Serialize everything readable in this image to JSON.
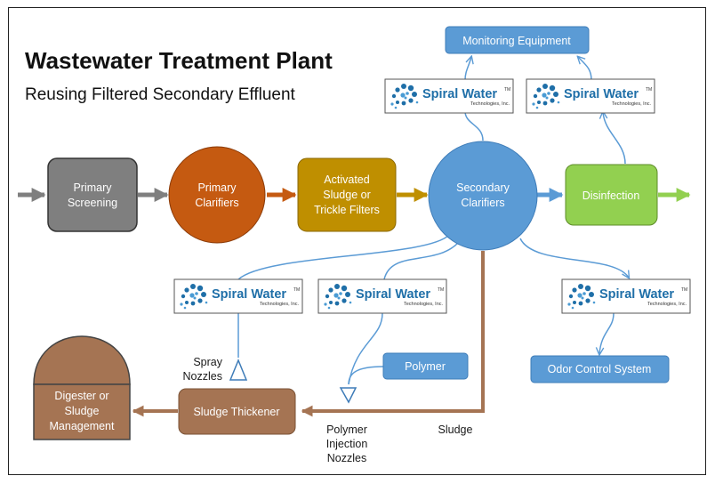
{
  "title": "Wastewater Treatment Plant",
  "subtitle": "Reusing Filtered Secondary Effluent",
  "nodes": {
    "primary_screening": [
      "Primary",
      "Screening"
    ],
    "primary_clarifiers": [
      "Primary",
      "Clarifiers"
    ],
    "activated_sludge": [
      "Activated",
      "Sludge or",
      "Trickle Filters"
    ],
    "secondary_clarifiers": [
      "Secondary",
      "Clarifiers"
    ],
    "disinfection": "Disinfection",
    "monitoring": "Monitoring Equipment",
    "odor_control": "Odor Control System",
    "polymer": "Polymer",
    "sludge_thickener": "Sludge Thickener",
    "digester": [
      "Digester or",
      "Sludge",
      "Management"
    ]
  },
  "labels": {
    "spray_nozzles": [
      "Spray",
      "Nozzles"
    ],
    "polymer_injection": [
      "Polymer",
      "Injection",
      "Nozzles"
    ],
    "sludge": "Sludge"
  },
  "logo": {
    "brand": "Spiral Water",
    "tm": "TM",
    "tagline": "Technologies, Inc."
  },
  "colors": {
    "gray": "#7f7f7f",
    "orange": "#c55a11",
    "gold": "#bf8f00",
    "blue": "#5b9bd5",
    "green": "#92d050",
    "brown": "#a57453",
    "logo_blue": "#1f6fa8"
  }
}
